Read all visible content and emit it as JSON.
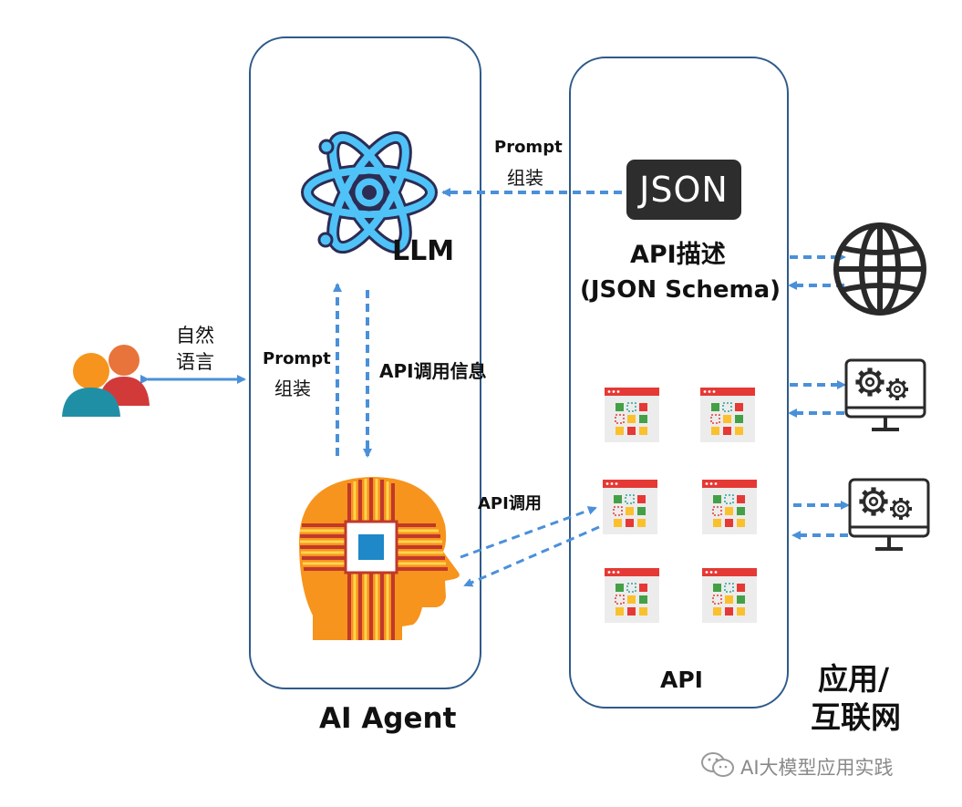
{
  "user_label": [
    "自然",
    "语言"
  ],
  "agent_panel": {
    "title": "AI Agent"
  },
  "llm": {
    "label": "LLM"
  },
  "prompt_left": [
    "Prompt",
    "组装"
  ],
  "api_info_label": "API调用信息",
  "prompt_top": [
    "Prompt",
    "组装"
  ],
  "api_call_label": "API调用",
  "json_badge": "JSON",
  "api_desc": [
    "API描述",
    "(JSON Schema)"
  ],
  "api_panel": {
    "title": "API"
  },
  "apps_label": [
    "应用/",
    "互联网"
  ],
  "watermark": "AI大模型应用实践",
  "colors": {
    "arrow": "#4a90d9",
    "panel_border": "#2f5a8a",
    "head_orange": "#f7941d",
    "chip_red": "#c0392b",
    "chip_blue": "#1e88c8",
    "atom": "#4fc3f7"
  },
  "icons": [
    "users-icon",
    "atom-icon",
    "ai-head-icon",
    "json-icon",
    "globe-icon",
    "monitor-gear-icon",
    "api-window-icon",
    "wechat-icon"
  ]
}
